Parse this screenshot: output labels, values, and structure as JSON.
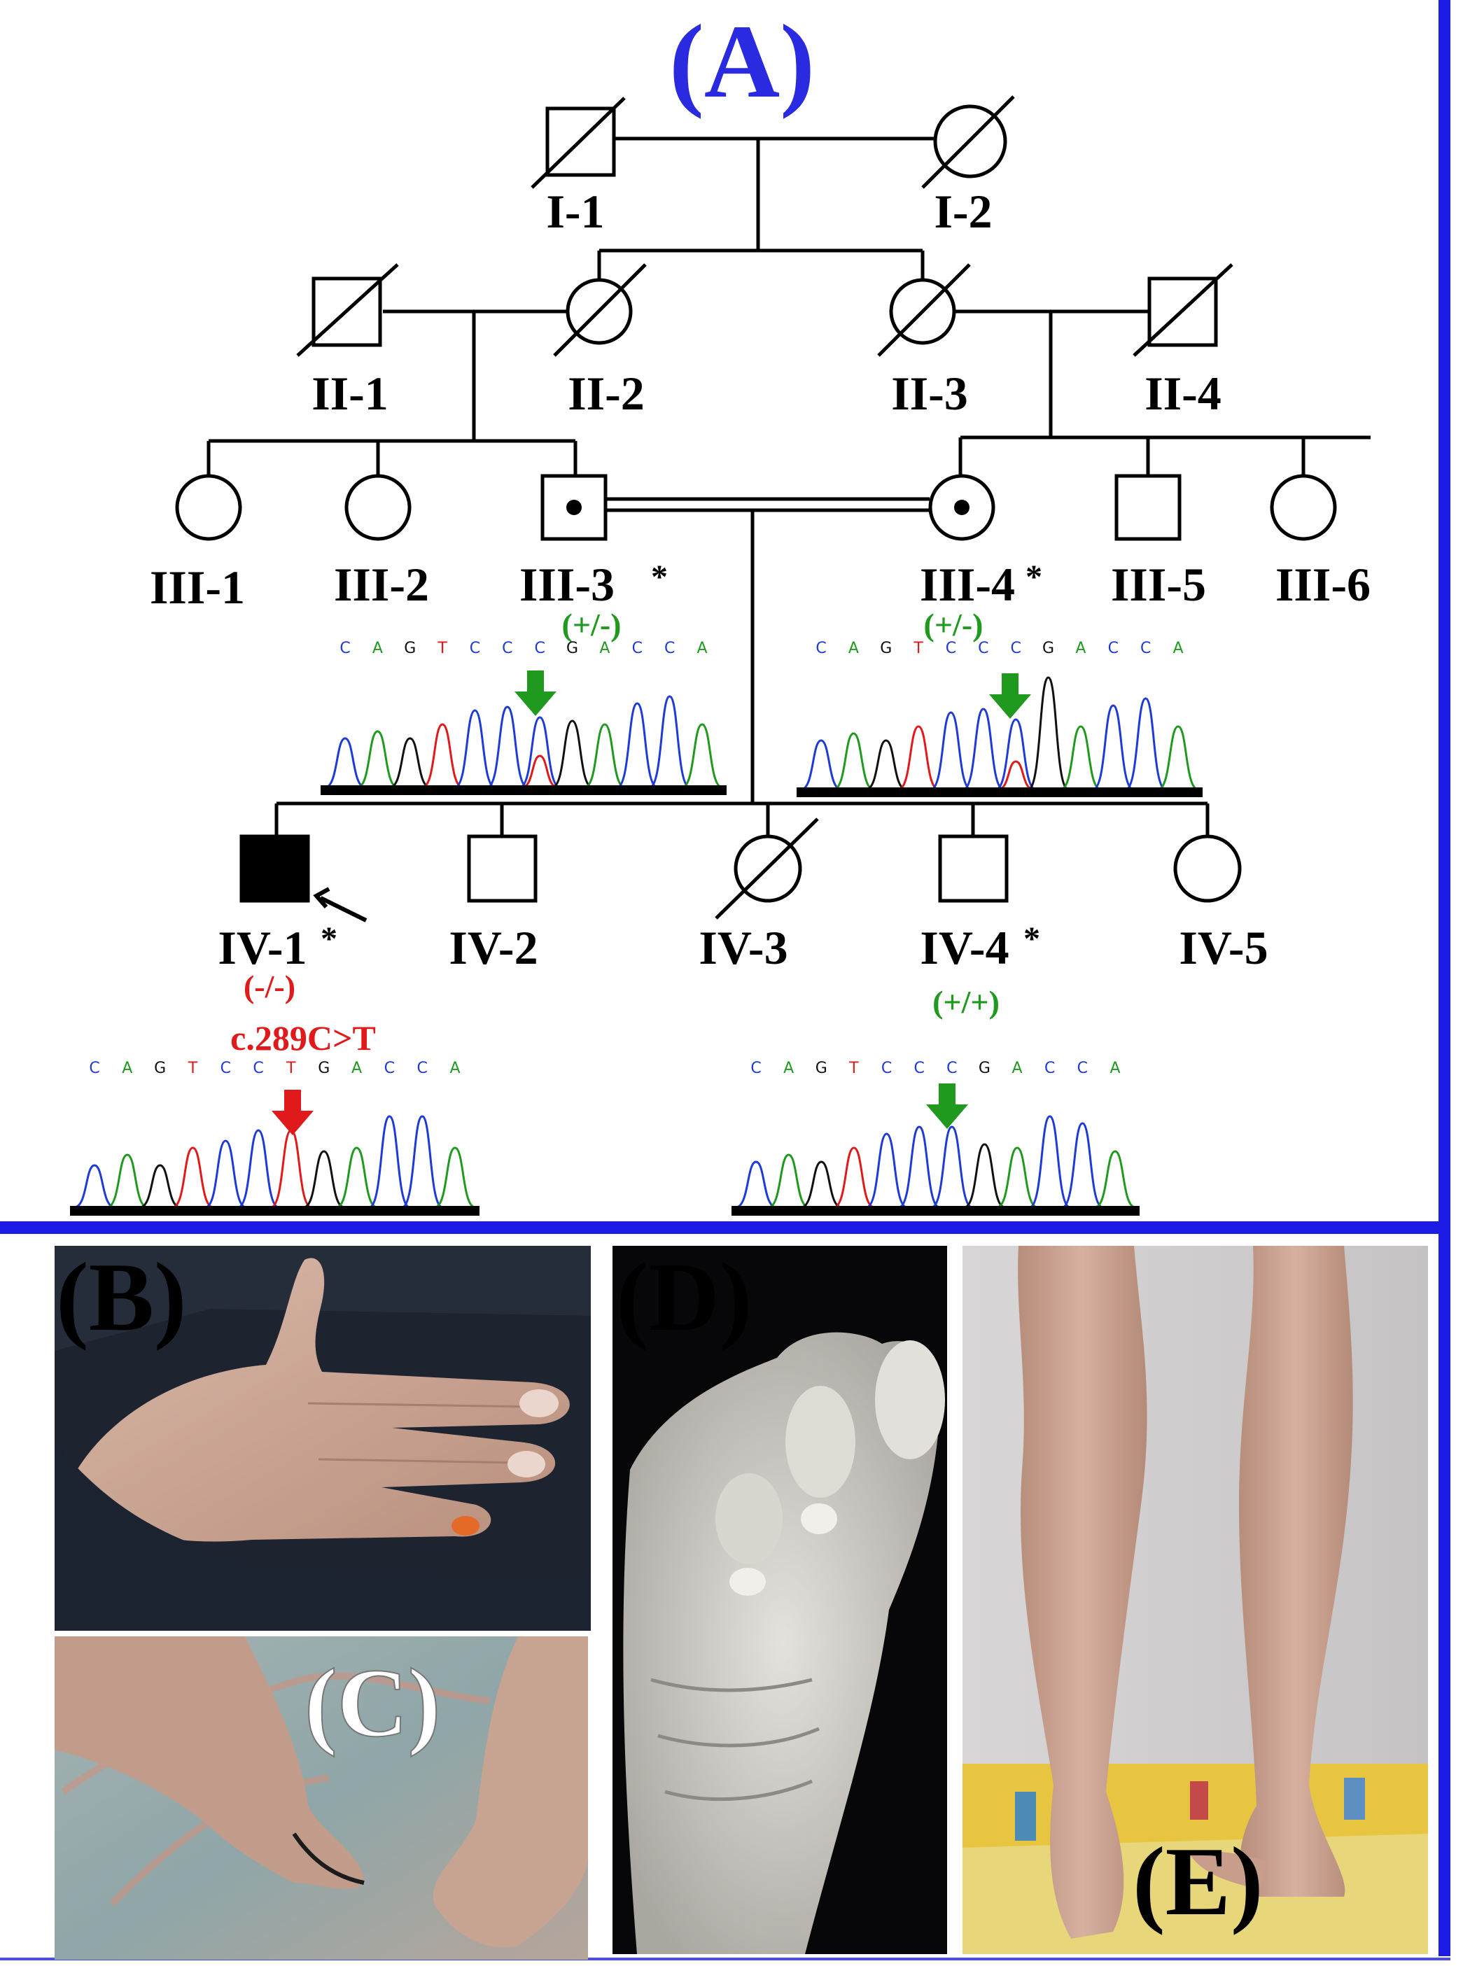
{
  "panels": {
    "a": "(A)",
    "b": "(B)",
    "c": "(C)",
    "d": "(D)",
    "e": "(E)"
  },
  "colors": {
    "panel_border": "#1c1ce6",
    "label_a": "#2a2ae0",
    "heterozygous": "#1f9a1f",
    "mutant": "#e01a1a",
    "line": "#000000"
  },
  "pedigree": {
    "individuals": {
      "I-1": {
        "label": "I-1",
        "status": "deceased"
      },
      "I-2": {
        "label": "I-2",
        "status": "deceased"
      },
      "II-1": {
        "label": "II-1",
        "status": "deceased"
      },
      "II-2": {
        "label": "II-2",
        "status": "deceased"
      },
      "II-3": {
        "label": "II-3",
        "status": "deceased"
      },
      "II-4": {
        "label": "II-4",
        "status": "deceased"
      },
      "III-1": {
        "label": "III-1",
        "status": "unaffected"
      },
      "III-2": {
        "label": "III-2",
        "status": "unaffected"
      },
      "III-3": {
        "label": "III-3",
        "status": "carrier",
        "tested": "*",
        "genotype": "(+/-)"
      },
      "III-4": {
        "label": "III-4",
        "status": "carrier",
        "tested": "*",
        "genotype": "(+/-)"
      },
      "III-5": {
        "label": "III-5",
        "status": "unaffected"
      },
      "III-6": {
        "label": "III-6",
        "status": "unaffected"
      },
      "IV-1": {
        "label": "IV-1",
        "status": "affected",
        "tested": "*",
        "genotype": "(-/-)",
        "variant": "c.289C>T"
      },
      "IV-2": {
        "label": "IV-2",
        "status": "unaffected"
      },
      "IV-3": {
        "label": "IV-3",
        "status": "deceased"
      },
      "IV-4": {
        "label": "IV-4",
        "status": "unaffected",
        "tested": "*",
        "genotype": "(+/+)"
      },
      "IV-5": {
        "label": "IV-5",
        "status": "unaffected"
      }
    },
    "sequences": {
      "III-3": [
        "C",
        "A",
        "G",
        "T",
        "C",
        "C",
        "C",
        "G",
        "A",
        "C",
        "C",
        "A"
      ],
      "III-4": [
        "C",
        "A",
        "G",
        "T",
        "C",
        "C",
        "C",
        "G",
        "A",
        "C",
        "C",
        "A"
      ],
      "IV-1": [
        "C",
        "A",
        "G",
        "T",
        "C",
        "C",
        "T",
        "G",
        "A",
        "C",
        "C",
        "A"
      ],
      "IV-4": [
        "C",
        "A",
        "G",
        "T",
        "C",
        "C",
        "C",
        "G",
        "A",
        "C",
        "C",
        "A"
      ]
    }
  }
}
